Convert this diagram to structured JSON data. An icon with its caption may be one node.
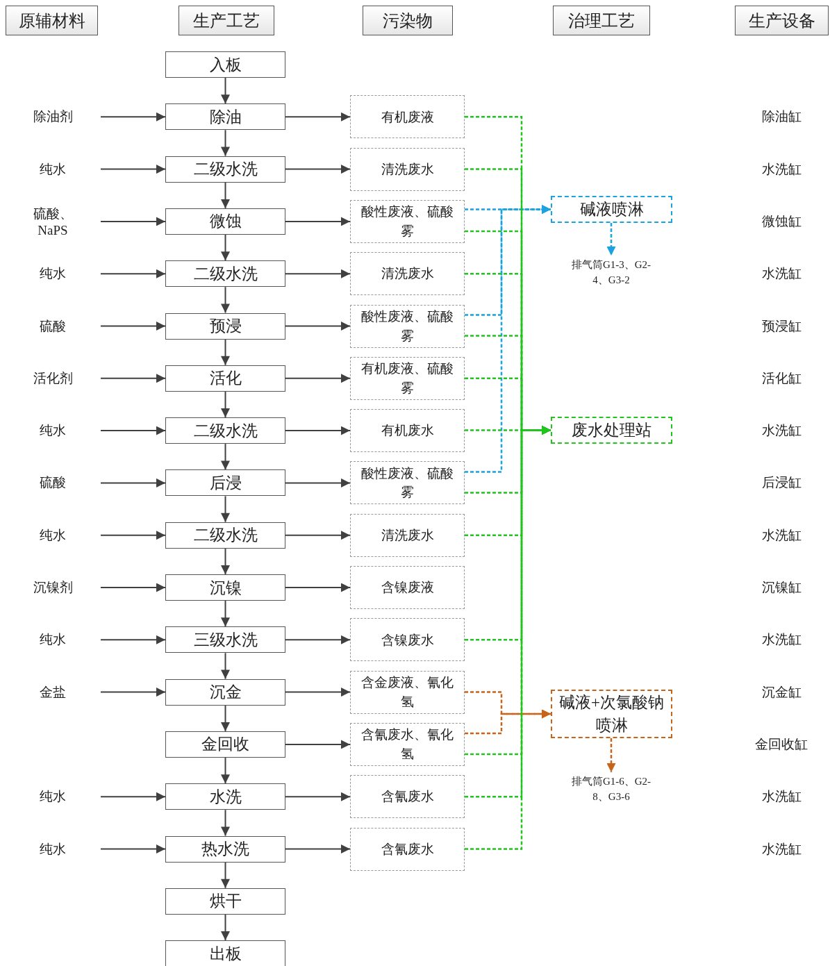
{
  "diagram": {
    "nodes": [
      {
        "text": [
          "原辅材料"
        ]
      },
      {
        "text": [
          "生产工艺"
        ]
      },
      {
        "text": [
          "污染物"
        ]
      },
      {
        "text": [
          "治理工艺"
        ]
      },
      {
        "text": [
          "生产设备"
        ]
      },
      {
        "text": [
          "入板"
        ]
      },
      {
        "text": [
          "除油"
        ]
      },
      {
        "text": [
          "二级水洗"
        ]
      },
      {
        "text": [
          "微蚀"
        ]
      },
      {
        "text": [
          "二级水洗"
        ]
      },
      {
        "text": [
          "预浸"
        ]
      },
      {
        "text": [
          "活化"
        ]
      },
      {
        "text": [
          "二级水洗"
        ]
      },
      {
        "text": [
          "后浸"
        ]
      },
      {
        "text": [
          "二级水洗"
        ]
      },
      {
        "text": [
          "沉镍"
        ]
      },
      {
        "text": [
          "三级水洗"
        ]
      },
      {
        "text": [
          "沉金"
        ]
      },
      {
        "text": [
          "金回收"
        ]
      },
      {
        "text": [
          "水洗"
        ]
      },
      {
        "text": [
          "热水洗"
        ]
      },
      {
        "text": [
          "烘干"
        ]
      },
      {
        "text": [
          "出板"
        ]
      },
      {
        "text": [
          "除油剂"
        ]
      },
      {
        "text": [
          "纯水"
        ]
      },
      {
        "text": [
          "硫酸、NaPS"
        ]
      },
      {
        "text": [
          "纯水"
        ]
      },
      {
        "text": [
          "硫酸"
        ]
      },
      {
        "text": [
          "活化剂"
        ]
      },
      {
        "text": [
          "纯水"
        ]
      },
      {
        "text": [
          "硫酸"
        ]
      },
      {
        "text": [
          "纯水"
        ]
      },
      {
        "text": [
          "沉镍剂"
        ]
      },
      {
        "text": [
          "纯水"
        ]
      },
      {
        "text": [
          "金盐"
        ]
      },
      {
        "text": [
          "纯水"
        ]
      },
      {
        "text": [
          "纯水"
        ]
      },
      {
        "text": [
          "有机废液"
        ]
      },
      {
        "text": [
          "清洗废水"
        ]
      },
      {
        "text": [
          "酸性废液、硫酸雾"
        ]
      },
      {
        "text": [
          "清洗废水"
        ]
      },
      {
        "text": [
          "酸性废液、硫酸雾"
        ]
      },
      {
        "text": [
          "有机废液、硫酸雾"
        ]
      },
      {
        "text": [
          "有机废水"
        ]
      },
      {
        "text": [
          "酸性废液、硫酸雾"
        ]
      },
      {
        "text": [
          "清洗废水"
        ]
      },
      {
        "text": [
          "含镍废液"
        ]
      },
      {
        "text": [
          "含镍废水"
        ]
      },
      {
        "text": [
          "含金废液、氰化氢"
        ]
      },
      {
        "text": [
          "含氰废水、氰化氢"
        ]
      },
      {
        "text": [
          "含氰废水"
        ]
      },
      {
        "text": [
          "含氰废水"
        ]
      },
      {
        "text": [
          "碱液喷淋"
        ]
      },
      {
        "text": [
          "废水处理站"
        ]
      },
      {
        "text": [
          "碱液+次氯酸钠喷淋"
        ]
      },
      {
        "text": [
          "排气筒G1-3、G2-4、G3-2"
        ]
      },
      {
        "text": [
          "排气筒G1-6、G2-8、G3-6"
        ]
      }
    ],
    "edges": [
      {
        "from": 5,
        "to": 6,
        "arrow": "to"
      },
      {
        "from": 6,
        "to": 7,
        "arrow": "to"
      },
      {
        "from": 7,
        "to": 8,
        "arrow": "to"
      },
      {
        "from": 8,
        "to": 9,
        "arrow": "to"
      },
      {
        "from": 9,
        "to": 10,
        "arrow": "to"
      },
      {
        "from": 10,
        "to": 11,
        "arrow": "to"
      },
      {
        "from": 11,
        "to": 12,
        "arrow": "to"
      },
      {
        "from": 12,
        "to": 13,
        "arrow": "to"
      },
      {
        "from": 13,
        "to": 14,
        "arrow": "to"
      },
      {
        "from": 14,
        "to": 15,
        "arrow": "to"
      },
      {
        "from": 15,
        "to": 16,
        "arrow": "to"
      },
      {
        "from": 16,
        "to": 17,
        "arrow": "to"
      },
      {
        "from": 17,
        "to": 18,
        "arrow": "to"
      },
      {
        "from": 18,
        "to": 19,
        "arrow": "to"
      },
      {
        "from": 19,
        "to": 20,
        "arrow": "to"
      },
      {
        "from": 20,
        "to": 21,
        "arrow": "to"
      },
      {
        "from": 21,
        "to": 22,
        "arrow": "to"
      },
      {
        "from": 23,
        "to": 6,
        "arrow": "to"
      },
      {
        "from": 24,
        "to": 7,
        "arrow": "to"
      },
      {
        "from": 25,
        "to": 8,
        "arrow": "to"
      },
      {
        "from": 26,
        "to": 9,
        "arrow": "to"
      },
      {
        "from": 27,
        "to": 10,
        "arrow": "to"
      },
      {
        "from": 28,
        "to": 11,
        "arrow": "to"
      },
      {
        "from": 29,
        "to": 12,
        "arrow": "to"
      },
      {
        "from": 30,
        "to": 13,
        "arrow": "to"
      },
      {
        "from": 31,
        "to": 14,
        "arrow": "to"
      },
      {
        "from": 32,
        "to": 15,
        "arrow": "to"
      },
      {
        "from": 33,
        "to": 16,
        "arrow": "to"
      },
      {
        "from": 34,
        "to": 17,
        "arrow": "to"
      },
      {
        "from": 35,
        "to": 19,
        "arrow": "to"
      },
      {
        "from": 36,
        "to": 20,
        "arrow": "to"
      },
      {
        "from": 6,
        "to": 37,
        "arrow": "to"
      },
      {
        "from": 7,
        "to": 38,
        "arrow": "to"
      },
      {
        "from": 8,
        "to": 39,
        "arrow": "to"
      },
      {
        "from": 9,
        "to": 40,
        "arrow": "to"
      },
      {
        "from": 10,
        "to": 41,
        "arrow": "to"
      },
      {
        "from": 11,
        "to": 42,
        "arrow": "to"
      },
      {
        "from": 12,
        "to": 43,
        "arrow": "to"
      },
      {
        "from": 13,
        "to": 44,
        "arrow": "to"
      },
      {
        "from": 14,
        "to": 45,
        "arrow": "to"
      },
      {
        "from": 15,
        "to": 46,
        "arrow": "to"
      },
      {
        "from": 16,
        "to": 47,
        "arrow": "to"
      },
      {
        "from": 17,
        "to": 48,
        "arrow": "to"
      },
      {
        "from": 18,
        "to": 49,
        "arrow": "to"
      },
      {
        "from": 19,
        "to": 50,
        "arrow": "to"
      },
      {
        "from": 20,
        "to": 51,
        "arrow": "to"
      },
      {
        "from": 39,
        "to": 52,
        "arrow": "to",
        "style": "dashed",
        "color": "#1aa3e0"
      },
      {
        "from": 41,
        "to": 52,
        "arrow": "to",
        "style": "dashed",
        "color": "#1aa3e0"
      },
      {
        "from": 44,
        "to": 52,
        "arrow": "to",
        "style": "dashed",
        "color": "#1aa3e0"
      },
      {
        "from": 48,
        "to": 54,
        "arrow": "to",
        "style": "dashed",
        "color": "#c8641a"
      },
      {
        "from": 49,
        "to": 54,
        "arrow": "to",
        "style": "dashed",
        "color": "#c8641a"
      },
      {
        "from": 37,
        "to": 53,
        "arrow": "to",
        "style": "dashed",
        "color": "#22c41e"
      },
      {
        "from": 38,
        "to": 53,
        "arrow": "to",
        "style": "dashed",
        "color": "#22c41e"
      },
      {
        "from": 39,
        "to": 53,
        "arrow": "to",
        "style": "dashed",
        "color": "#22c41e"
      },
      {
        "from": 40,
        "to": 53,
        "arrow": "to",
        "style": "dashed",
        "color": "#22c41e"
      },
      {
        "from": 41,
        "to": 53,
        "arrow": "to",
        "style": "dashed",
        "color": "#22c41e"
      },
      {
        "from": 42,
        "to": 53,
        "arrow": "to",
        "style": "dashed",
        "color": "#22c41e"
      },
      {
        "from": 43,
        "to": 53,
        "arrow": "to",
        "style": "dashed",
        "color": "#22c41e"
      },
      {
        "from": 44,
        "to": 53,
        "arrow": "to",
        "style": "dashed",
        "color": "#22c41e"
      },
      {
        "from": 45,
        "to": 53,
        "arrow": "to",
        "style": "dashed",
        "color": "#22c41e"
      },
      {
        "from": 47,
        "to": 53,
        "arrow": "to",
        "style": "dashed",
        "color": "#22c41e"
      },
      {
        "from": 49,
        "to": 53,
        "arrow": "to",
        "style": "dashed",
        "color": "#22c41e"
      },
      {
        "from": 50,
        "to": 53,
        "arrow": "to",
        "style": "dashed",
        "color": "#22c41e"
      },
      {
        "from": 51,
        "to": 53,
        "arrow": "to",
        "style": "dashed",
        "color": "#22c41e"
      },
      {
        "from": 52,
        "to": 55,
        "arrow": "to",
        "style": "dashed",
        "color": "#1aa3e0"
      },
      {
        "from": 54,
        "to": 56,
        "arrow": "to",
        "style": "dashed",
        "color": "#c8641a"
      }
    ],
    "labels": [
      "除油缸",
      "水洗缸",
      "微蚀缸",
      "水洗缸",
      "预浸缸",
      "活化缸",
      "水洗缸",
      "后浸缸",
      "水洗缸",
      "沉镍缸",
      "水洗缸",
      "沉金缸",
      "金回收缸",
      "水洗缸",
      "水洗缸"
    ]
  }
}
